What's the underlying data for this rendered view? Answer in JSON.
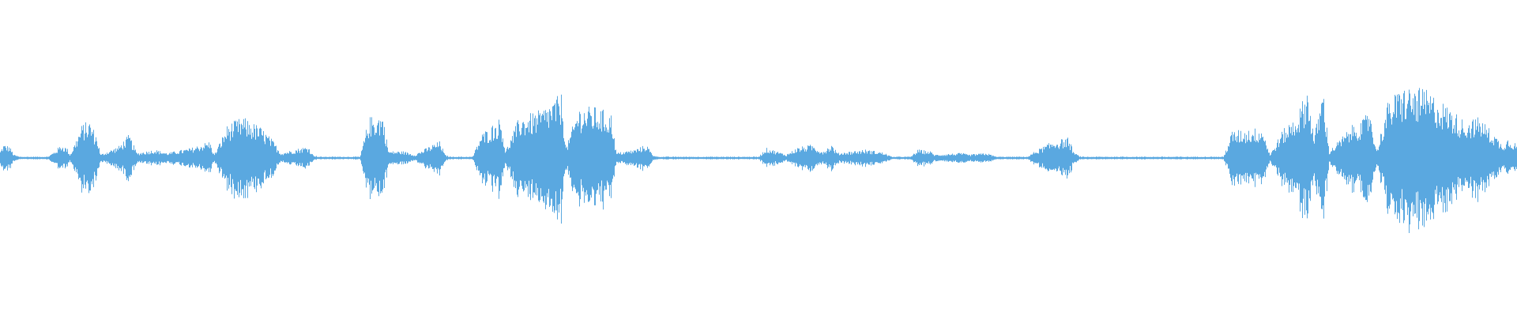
{
  "waveform": {
    "color": "#5aa8e0",
    "background": "#ffffff",
    "baseline_color": "#5aa8e0",
    "amplitude_envelope": [
      [
        0.0,
        0.04
      ],
      [
        0.002,
        0.08
      ],
      [
        0.006,
        0.07
      ],
      [
        0.009,
        0.02
      ],
      [
        0.036,
        0.04
      ],
      [
        0.04,
        0.08
      ],
      [
        0.044,
        0.06
      ],
      [
        0.046,
        0.02
      ],
      [
        0.054,
        0.2
      ],
      [
        0.059,
        0.22
      ],
      [
        0.064,
        0.12
      ],
      [
        0.066,
        0.02
      ],
      [
        0.078,
        0.07
      ],
      [
        0.085,
        0.14
      ],
      [
        0.09,
        0.03
      ],
      [
        0.102,
        0.05
      ],
      [
        0.11,
        0.03
      ],
      [
        0.126,
        0.06
      ],
      [
        0.138,
        0.1
      ],
      [
        0.141,
        0.02
      ],
      [
        0.15,
        0.2
      ],
      [
        0.16,
        0.24
      ],
      [
        0.172,
        0.18
      ],
      [
        0.18,
        0.1
      ],
      [
        0.185,
        0.03
      ],
      [
        0.198,
        0.06
      ],
      [
        0.203,
        0.07
      ],
      [
        0.206,
        0.02
      ],
      [
        0.243,
        0.24
      ],
      [
        0.252,
        0.26
      ],
      [
        0.256,
        0.04
      ],
      [
        0.266,
        0.04
      ],
      [
        0.273,
        0.02
      ],
      [
        0.285,
        0.08
      ],
      [
        0.29,
        0.1
      ],
      [
        0.293,
        0.02
      ],
      [
        0.317,
        0.14
      ],
      [
        0.33,
        0.24
      ],
      [
        0.333,
        0.04
      ],
      [
        0.342,
        0.24
      ],
      [
        0.356,
        0.28
      ],
      [
        0.37,
        0.38
      ],
      [
        0.373,
        0.06
      ],
      [
        0.381,
        0.3
      ],
      [
        0.393,
        0.3
      ],
      [
        0.403,
        0.26
      ],
      [
        0.406,
        0.03
      ],
      [
        0.418,
        0.05
      ],
      [
        0.426,
        0.08
      ],
      [
        0.43,
        0.02
      ],
      [
        0.505,
        0.06
      ],
      [
        0.512,
        0.04
      ],
      [
        0.518,
        0.02
      ],
      [
        0.525,
        0.06
      ],
      [
        0.535,
        0.08
      ],
      [
        0.542,
        0.04
      ],
      [
        0.548,
        0.08
      ],
      [
        0.552,
        0.03
      ],
      [
        0.57,
        0.05
      ],
      [
        0.578,
        0.04
      ],
      [
        0.583,
        0.03
      ],
      [
        0.605,
        0.05
      ],
      [
        0.613,
        0.04
      ],
      [
        0.616,
        0.02
      ],
      [
        0.634,
        0.03
      ],
      [
        0.638,
        0.02
      ],
      [
        0.65,
        0.03
      ],
      [
        0.653,
        0.02
      ],
      [
        0.682,
        0.04
      ],
      [
        0.694,
        0.1
      ],
      [
        0.704,
        0.12
      ],
      [
        0.708,
        0.03
      ],
      [
        0.812,
        0.16
      ],
      [
        0.832,
        0.18
      ],
      [
        0.837,
        0.02
      ],
      [
        0.845,
        0.16
      ],
      [
        0.855,
        0.26
      ],
      [
        0.862,
        0.42
      ],
      [
        0.866,
        0.12
      ],
      [
        0.872,
        0.42
      ],
      [
        0.876,
        0.04
      ],
      [
        0.892,
        0.2
      ],
      [
        0.898,
        0.22
      ],
      [
        0.903,
        0.3
      ],
      [
        0.907,
        0.04
      ],
      [
        0.915,
        0.34
      ],
      [
        0.925,
        0.42
      ],
      [
        0.94,
        0.4
      ],
      [
        0.952,
        0.32
      ],
      [
        0.965,
        0.22
      ],
      [
        0.975,
        0.24
      ],
      [
        0.985,
        0.14
      ],
      [
        0.99,
        0.08
      ],
      [
        0.994,
        0.12
      ],
      [
        1.0,
        0.08
      ]
    ]
  }
}
